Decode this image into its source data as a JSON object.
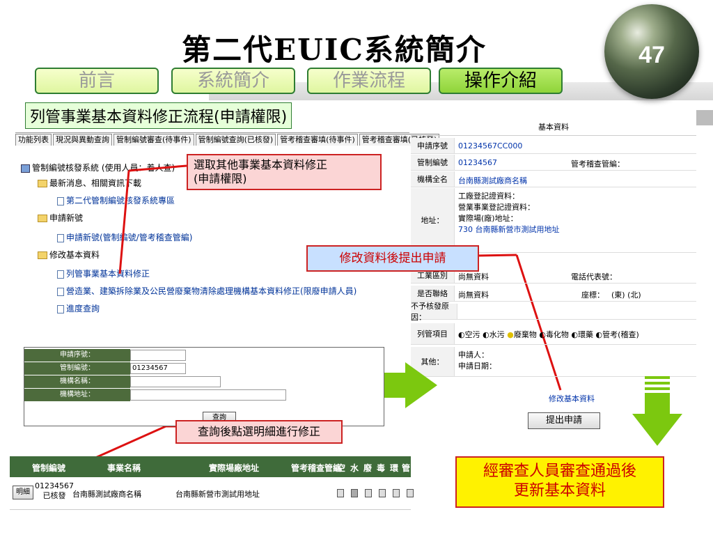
{
  "slide": {
    "title": "第二代EUIC系統簡介",
    "page_number": "47",
    "subheading": "列管事業基本資料修正流程(申請權限)"
  },
  "nav_tabs": [
    {
      "label": "前言",
      "active": false
    },
    {
      "label": "系統簡介",
      "active": false
    },
    {
      "label": "作業流程",
      "active": false
    },
    {
      "label": "操作介紹",
      "active": true
    }
  ],
  "tree_panel": {
    "tabs": [
      "功能列表",
      "現況與異動查詢",
      "管制編號審查(待事件)",
      "管制編號查詢(已核發)",
      "管考稽查審填(待事件)",
      "管考稽查審填(已核發)"
    ],
    "items": [
      "管制編號核發系統 (使用人員：着人查)",
      "最新消息、相關資訊下載",
      "第二代管制編號核發系統專區",
      "申請新號",
      "申請新號(管制編號/管考稽查管編)",
      "修改基本資料",
      "列管事業基本資料修正",
      "營造業、建築拆除業及公民營廢棄物清除處理機構基本資料修正(限廢申請人員)",
      "進度查詢"
    ]
  },
  "callouts": {
    "select_other": "選取其他事業基本資料修正\n(申請權限)",
    "modify_submit": "修改資料後提出申請",
    "query_detail": "查詢後點選明細進行修正",
    "review_update": "經審查人員審查通過後\n更新基本資料"
  },
  "basic_form": {
    "header": "基本資料",
    "rows": {
      "serial_label": "申請序號",
      "serial_value": "01234567CC000",
      "control_label": "管制編號",
      "control_value": "01234567",
      "audit_label": "管考稽查管編：",
      "name_label": "機構全名",
      "name_value": "台南縣測試廠商名稱",
      "address_label": "地址：",
      "address_lines": [
        "工廠登記證資料：",
        "營業事業登記證資料：",
        "實際場(廠)地址："
      ],
      "address_value": "730 台南縣新營市測試用地址",
      "industry_label": "工業區別",
      "industry_value": "尚無資料",
      "phone_label": "電話代表號：",
      "unified_label": "是否聯絡",
      "unified_value": "尚無資料",
      "coord_label": "座標：",
      "coord_value": "(東)  (北)",
      "reason_label": "不予核發原因：",
      "items_label": "列管項目",
      "items_value": [
        "空污",
        "水污",
        "廢棄物",
        "毒化物",
        "環藥",
        "管考(稽查)"
      ],
      "other_label": "其他：",
      "other_lines": [
        "申請人：",
        "申請日期："
      ],
      "modify_link": "修改基本資料",
      "submit_button": "提出申請"
    }
  },
  "query_form": {
    "fields": [
      {
        "label": "申請序號：",
        "value": ""
      },
      {
        "label": "管制編號：",
        "value": "01234567"
      },
      {
        "label": "機構名稱：",
        "value": ""
      },
      {
        "label": "機構地址：",
        "value": ""
      }
    ],
    "search_button": "查詢"
  },
  "results_table": {
    "headers": [
      "管制編號",
      "事業名稱",
      "實際場廠地址",
      "管考稽查管編",
      "空",
      "水",
      "廢",
      "毒",
      "環",
      "管"
    ],
    "row": {
      "detail_button": "明細",
      "control_no": "01234567",
      "status": "已核發",
      "name": "台南縣測試廠商名稱",
      "address": "台南縣新營市測試用地址",
      "checks": [
        false,
        true,
        false,
        false,
        false,
        false
      ]
    }
  },
  "colors": {
    "accent_green": "#2e7d32",
    "arrow_green": "#7cc80f",
    "callout_red": "#cc2222",
    "table_green": "#3f6b3a"
  }
}
